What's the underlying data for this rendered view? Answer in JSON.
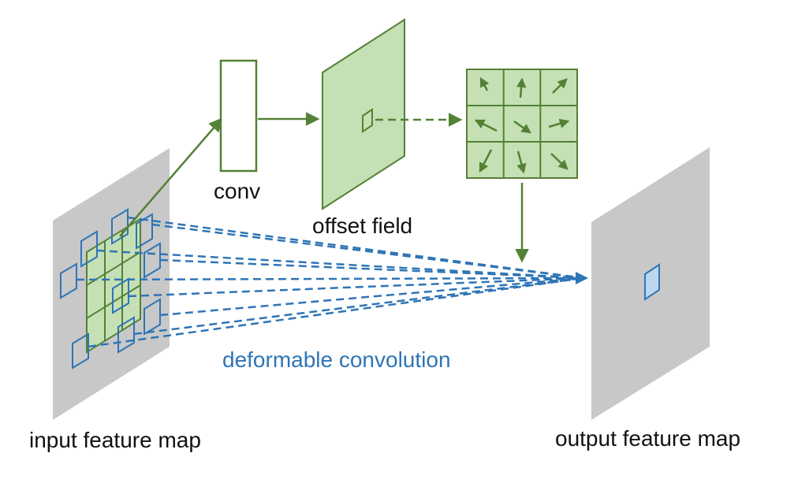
{
  "labels": {
    "conv": "conv",
    "offset_field": "offset field",
    "deformable_convolution": "deformable convolution",
    "input_feature_map": "input feature map",
    "output_feature_map": "output feature map"
  },
  "colors": {
    "green_stroke": "#538135",
    "green_fill": "#c5e0b4",
    "blue": "#2e75b6",
    "blue_fill": "#bdd7ee",
    "gray_plane": "#c8c8c8",
    "text": "#111111"
  },
  "icons": {
    "offset_arrows": [
      "arrow-up-left-icon",
      "arrow-up-icon",
      "arrow-up-right-icon",
      "arrow-left-up-icon",
      "arrow-down-right-icon",
      "arrow-right-icon",
      "arrow-down-left-icon",
      "arrow-down-icon",
      "arrow-down-right-icon"
    ]
  }
}
